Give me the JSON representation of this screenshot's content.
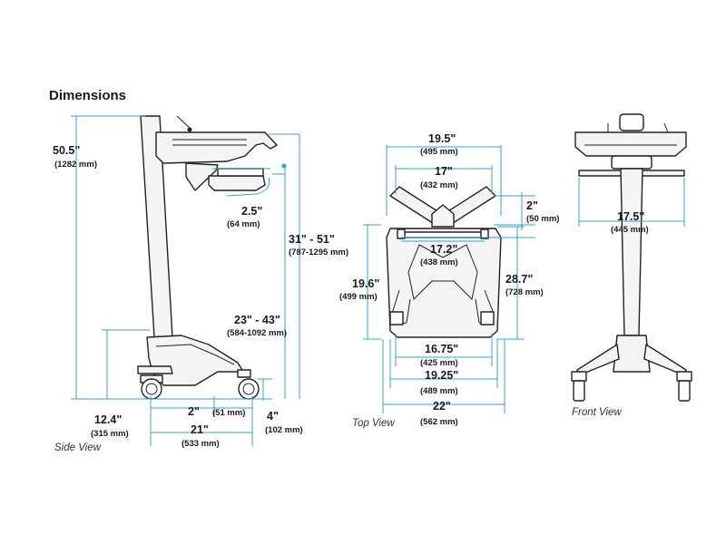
{
  "title": "Dimensions",
  "views": {
    "side": "Side View",
    "top": "Top View",
    "front": "Front View"
  },
  "dims": {
    "height_total": {
      "in": "50.5\"",
      "mm": "(1282 mm)"
    },
    "tray_drop": {
      "in": "2.5\"",
      "mm": "(64 mm)"
    },
    "worksurface_range": {
      "in": "31\" - 51\"",
      "mm": "(787-1295 mm)"
    },
    "keyboard_range": {
      "in": "23\" - 43\"",
      "mm": "(584-1092 mm)"
    },
    "base_rear": {
      "in": "12.4\"",
      "mm": "(315 mm)"
    },
    "wheel_offset": {
      "in": "2\"",
      "mm": "(51 mm)"
    },
    "base_depth": {
      "in": "21\"",
      "mm": "(533 mm)"
    },
    "wheel_height": {
      "in": "4\"",
      "mm": "(102 mm)"
    },
    "top_width_outer": {
      "in": "19.5\"",
      "mm": "(495 mm)"
    },
    "top_width_arms": {
      "in": "17\"",
      "mm": "(432 mm)"
    },
    "arm_depth": {
      "in": "2\"",
      "mm": "(50 mm)"
    },
    "top_width_surface": {
      "in": "17.2\"",
      "mm": "(438 mm)"
    },
    "top_depth_left": {
      "in": "19.6\"",
      "mm": "(499 mm)"
    },
    "top_depth_right": {
      "in": "28.7\"",
      "mm": "(728 mm)"
    },
    "base_width_inner": {
      "in": "16.75\"",
      "mm": "(425 mm)"
    },
    "base_width_mid": {
      "in": "19.25\"",
      "mm": "(489 mm)"
    },
    "base_width_outer": {
      "in": "22\"",
      "mm": "(562 mm)"
    },
    "front_width": {
      "in": "17.5\"",
      "mm": "(445 mm)"
    }
  }
}
